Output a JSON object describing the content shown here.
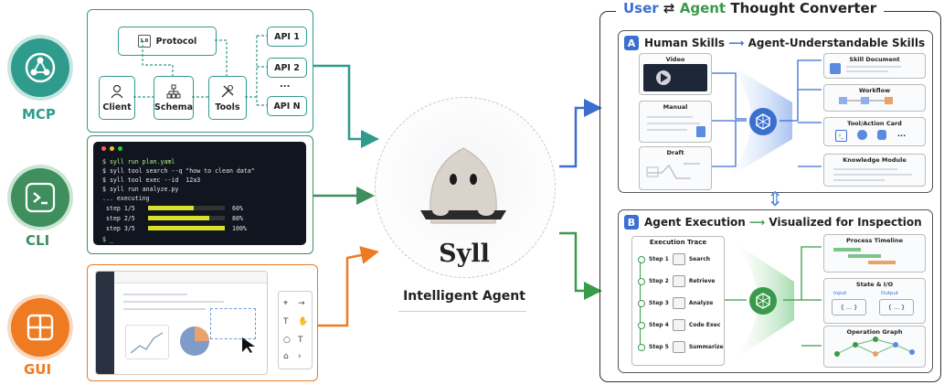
{
  "left": {
    "mcp": {
      "label": "MCP",
      "protocol": "Protocol",
      "protocol_badge": "1.0",
      "client": "Client",
      "schema": "Schema",
      "tools": "Tools",
      "apis": [
        "API 1",
        "API 2",
        "...",
        "API N"
      ]
    },
    "cli": {
      "label": "CLI",
      "lines": [
        "$ syll run plan.yaml",
        "$ syll tool search --q \"how to clean data\"",
        "$ syll tool exec --id  12a3",
        "$ syll run analyze.py",
        "... executing"
      ],
      "steps": [
        {
          "label": "step 1/5",
          "pct": "60%",
          "value": 0.6
        },
        {
          "label": "step 2/5",
          "pct": "80%",
          "value": 0.8
        },
        {
          "label": "step 3/5",
          "pct": "100%",
          "value": 1.0
        }
      ],
      "prompt": "$ _"
    },
    "gui": {
      "label": "GUI"
    }
  },
  "center": {
    "name": "Syll",
    "subtitle": "Intelligent Agent"
  },
  "right": {
    "title": {
      "user": "User",
      "arrow": "⇄",
      "agent": "Agent",
      "rest": "Thought Converter"
    },
    "a": {
      "badge": "A",
      "title_left": "Human Skills",
      "title_right": "Agent-Understandable Skills",
      "inputs": [
        "Video",
        "Manual",
        "Draft"
      ],
      "outputs": [
        "Skill Document",
        "Workflow",
        "Tool/Action Card",
        "Knowledge Module"
      ],
      "tool_more": "..."
    },
    "b": {
      "badge": "B",
      "title_left": "Agent Execution",
      "title_right": "Visualized for Inspection",
      "trace_title": "Execution Trace",
      "steps": [
        {
          "step": "Step 1",
          "action": "Search"
        },
        {
          "step": "Step 2",
          "action": "Retrieve"
        },
        {
          "step": "Step 3",
          "action": "Analyze"
        },
        {
          "step": "Step 4",
          "action": "Code Exec"
        },
        {
          "step": "Step 5",
          "action": "Summarize"
        }
      ],
      "outputs": [
        "Process Timeline",
        "State & I/O",
        "Operation Graph"
      ],
      "io": {
        "input": "Input",
        "output": "Output",
        "value": "{ ... }"
      }
    }
  },
  "colors": {
    "mcp": "#2f9b8c",
    "cli": "#3e8e5e",
    "gui": "#ee7a22",
    "a": "#3a6fd0",
    "b": "#3a9a4a"
  }
}
